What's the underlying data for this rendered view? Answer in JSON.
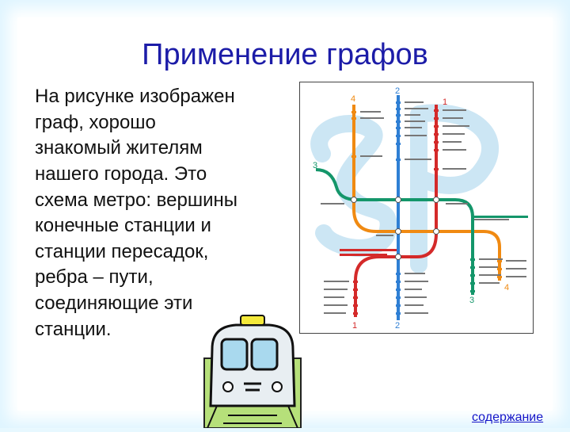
{
  "slide": {
    "title": "Применение графов",
    "body": "На рисунке  изображен\nграф, хорошо\nзнакомый жителям\nнашего города. Это\nсхема метро: вершины\nконечные станции и\nстанции пересадок,\nребра – пути,\nсоединяющие эти\nстанции.",
    "link": "содержание"
  },
  "metro_map": {
    "line_numbers": {
      "red_top": "1",
      "blue_top": "2",
      "green_left": "3",
      "orange_top": "4",
      "red_bottom": "1",
      "blue_bottom": "2",
      "green_bottom": "3",
      "orange_bottom": "4"
    },
    "colors": {
      "red": "#d42a2a",
      "blue": "#2f7fd4",
      "green": "#14966a",
      "orange": "#f08a12",
      "watermark": "#b7dcef"
    }
  },
  "illustration": {
    "icon": "train-icon"
  }
}
